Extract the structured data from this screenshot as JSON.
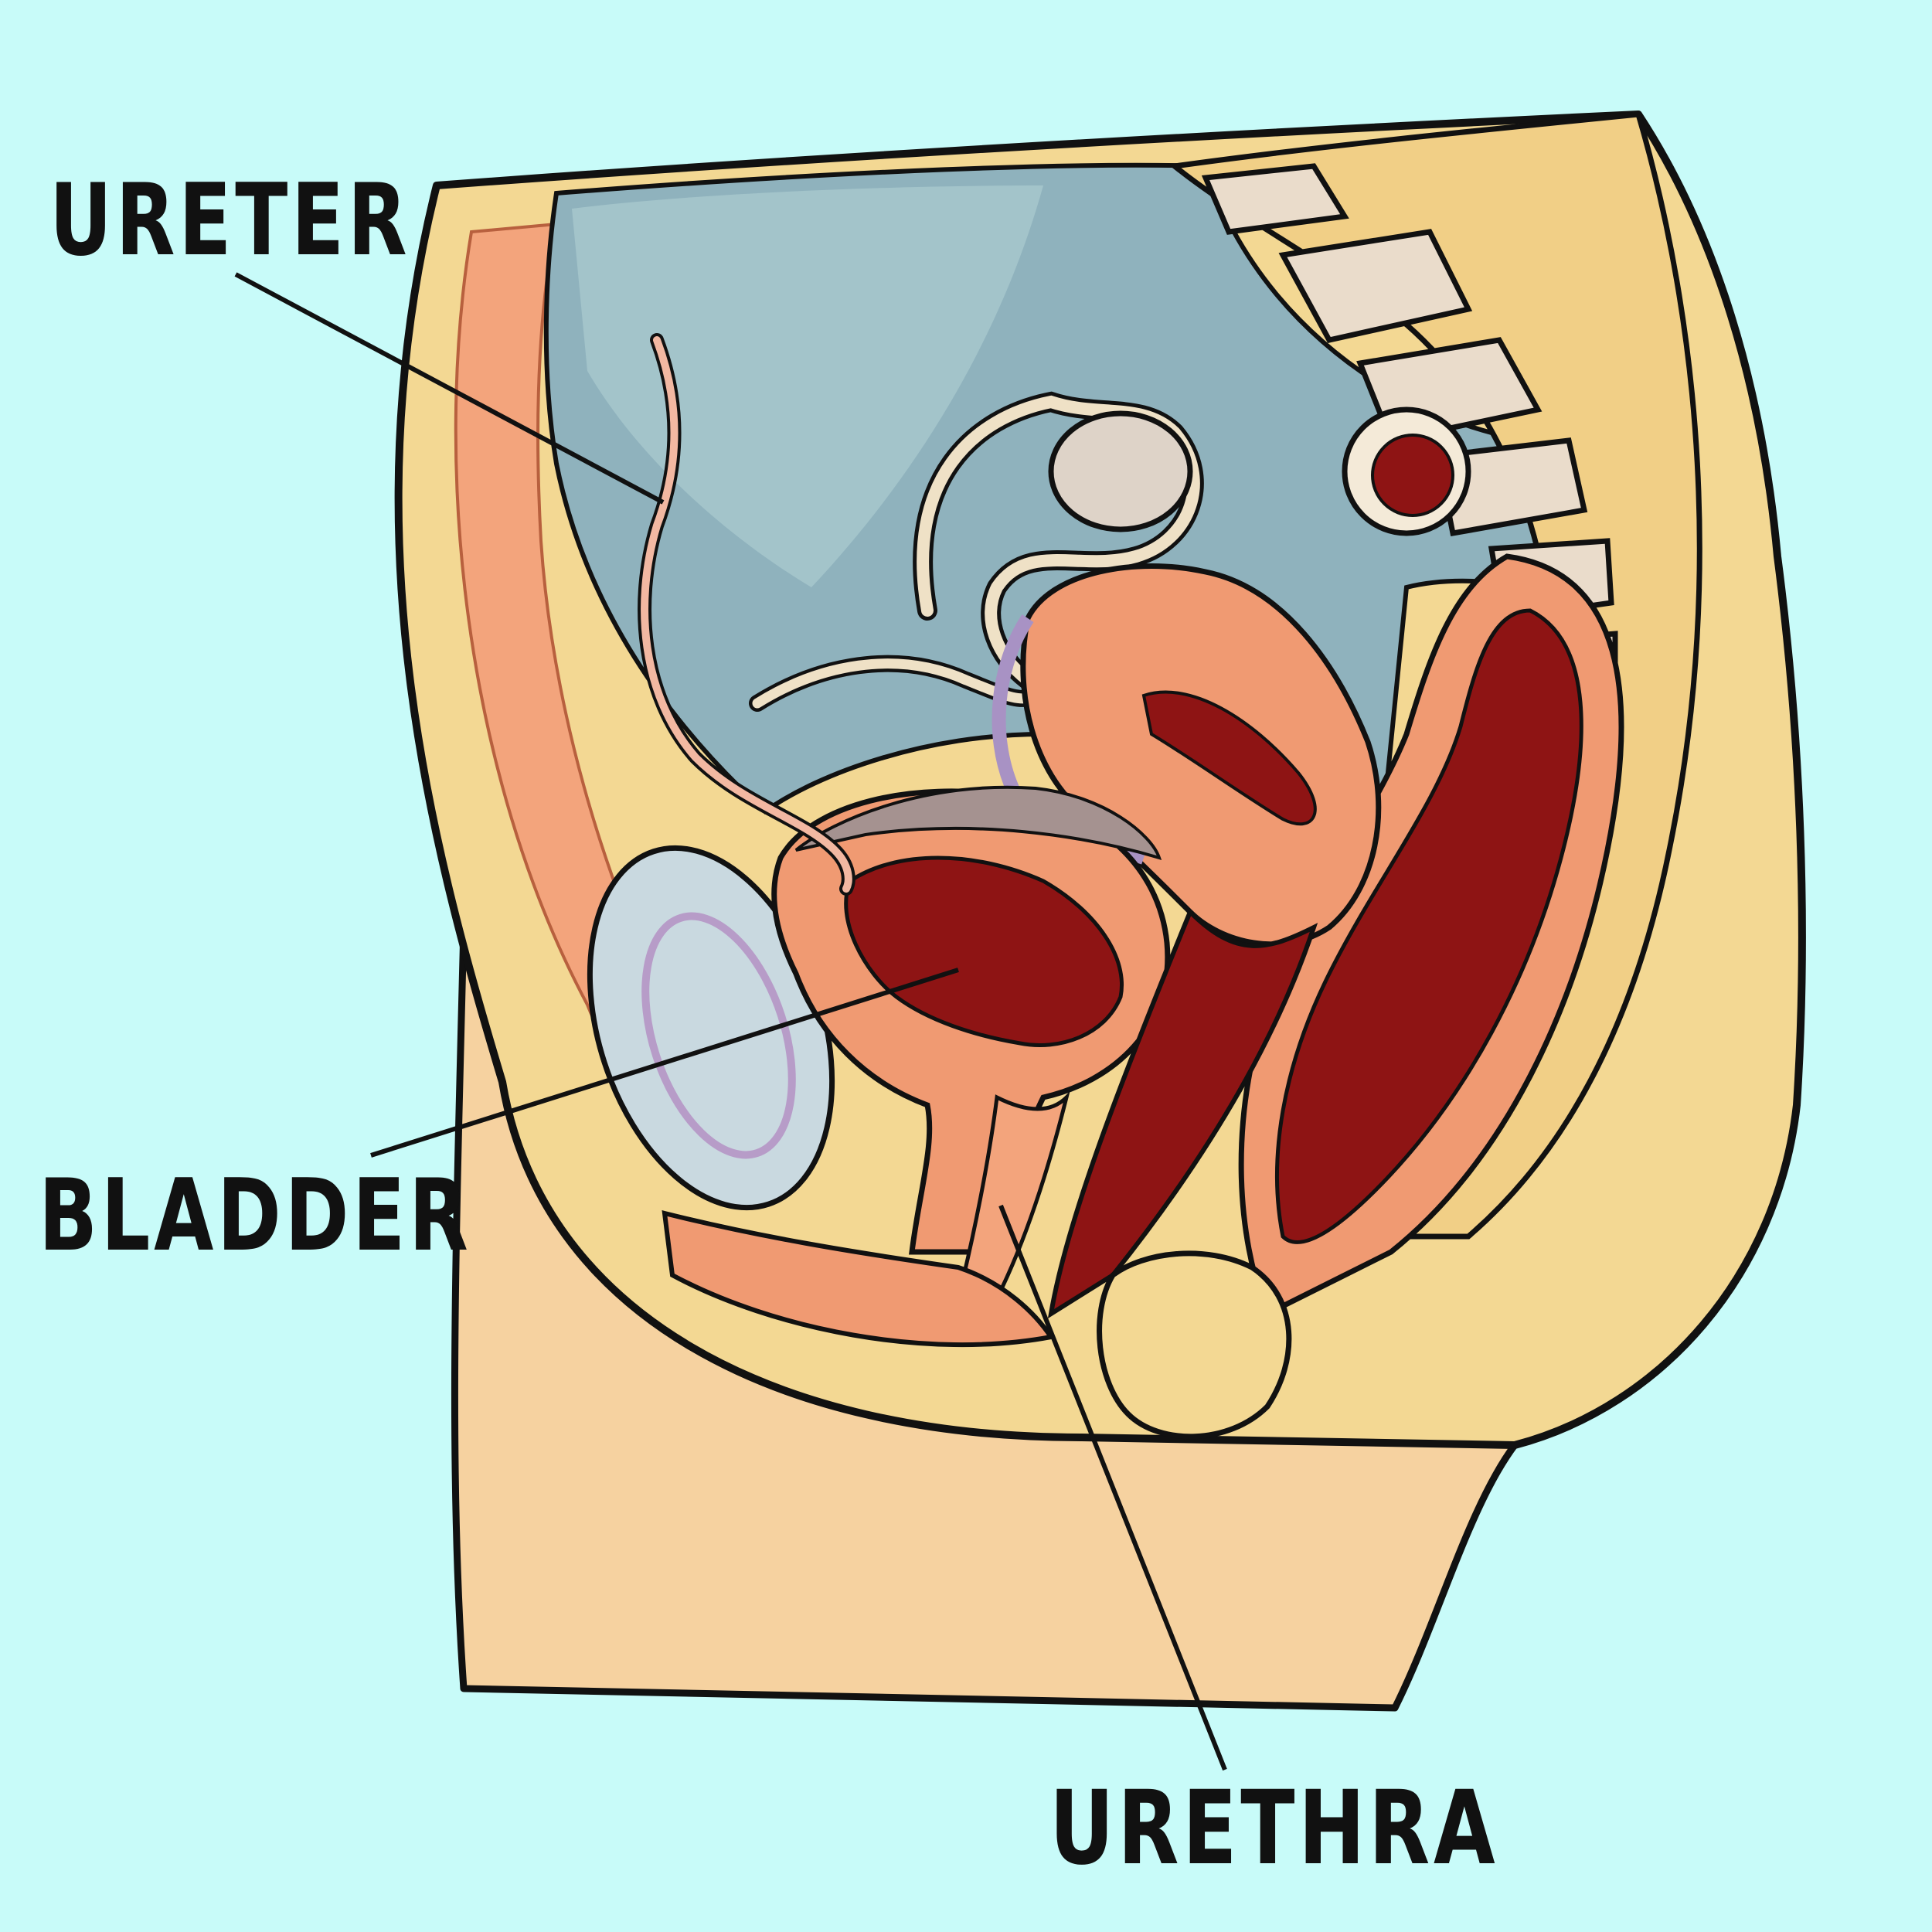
{
  "labels": {
    "ureter": "URETER",
    "bladder": "BLADDER",
    "urethra": "URETHRA"
  },
  "colors": {
    "background": "#c8fbf9",
    "skin": "#f6d2a0",
    "fat": "#f3d893",
    "cavity": "#8fb2bd",
    "muscle": "#f09a72",
    "organ_red": "#8e1414",
    "bladder_purple": "#a892c4",
    "bone": "#eadccb",
    "outline": "#111111"
  }
}
